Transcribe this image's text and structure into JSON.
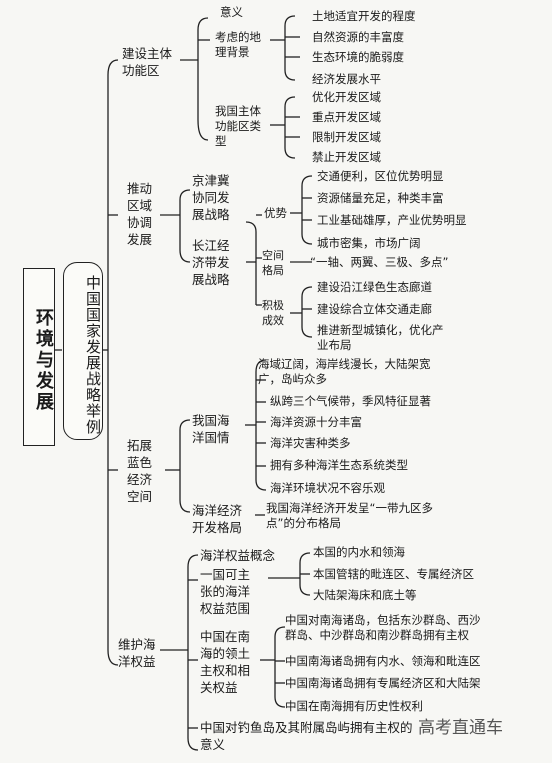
{
  "root": {
    "title": "环境与发展",
    "subtitle": "中国国家发展战略举例"
  },
  "branch1": {
    "label": "建设主体\n功能区",
    "sub_meaning": "意义",
    "sub_geo": "考虑的地\n理背景",
    "geo_items": [
      "土地适宜开发的程度",
      "自然资源的丰富度",
      "生态环境的脆弱度",
      "经济发展水平"
    ],
    "sub_types": "我国主体\n功能区类\n型",
    "type_items": [
      "优化开发区域",
      "重点开发区域",
      "限制开发区域",
      "禁止开发区域"
    ]
  },
  "branch2": {
    "label": "推动\n区域\n协调\n发展",
    "jjj": "京津冀\n协同发\n展战略",
    "cj": "长江经\n济带发\n展战略",
    "adv_label": "优势",
    "adv_items": [
      "交通便利，区位优势明显",
      "资源储量充足，种类丰富",
      "工业基础雄厚，产业优势明显",
      "城市密集，市场广阔"
    ],
    "space_label": "空间\n格局",
    "space_text": "“一轴、两翼、三极、多点”",
    "pos_label": "积极\n成效",
    "pos_items": [
      "建设沿江绿色生态廊道",
      "建设综合立体交通走廊",
      "推进新型城镇化，优化产\n业布局"
    ]
  },
  "branch3": {
    "label": "拓展\n蓝色\n经济\n空间",
    "ocean_label": "我国海\n洋国情",
    "ocean_items": [
      "海域辽阔，海岸线漫长，大陆架宽\n广，岛屿众多",
      "纵跨三个气候带，季风特征显著",
      "海洋资源十分丰富",
      "海洋灾害种类多",
      "拥有多种海洋生态系统类型",
      "海洋环境状况不容乐观"
    ],
    "pattern_label": "海洋经济\n开发格局",
    "pattern_text": "我国海洋经济开发呈“一带九区多\n点”的分布格局"
  },
  "branch4": {
    "label": "维护海\n洋权益",
    "concept": "海洋权益概念",
    "claim_label": "一国可主\n张的海洋\n权益范围",
    "claim_items": [
      "本国的内水和领海",
      "本国管辖的毗连区、专属经济区",
      "大陆架海床和底土等"
    ],
    "sc_label": "中国在南\n海的领土\n主权和相\n关权益",
    "sc_items": [
      "中国对南海诸岛，包括东沙群岛、西沙\n群岛、中沙群岛和南沙群岛拥有主权",
      "中国南海诸岛拥有内水、领海和毗连区",
      "中国南海诸岛拥有专属经济区和大陆架",
      "中国在南海拥有历史性权利"
    ],
    "diaoyu": "中国对钓鱼岛及其附属岛屿拥有主权的\n意义"
  },
  "watermark": "高考直通车"
}
